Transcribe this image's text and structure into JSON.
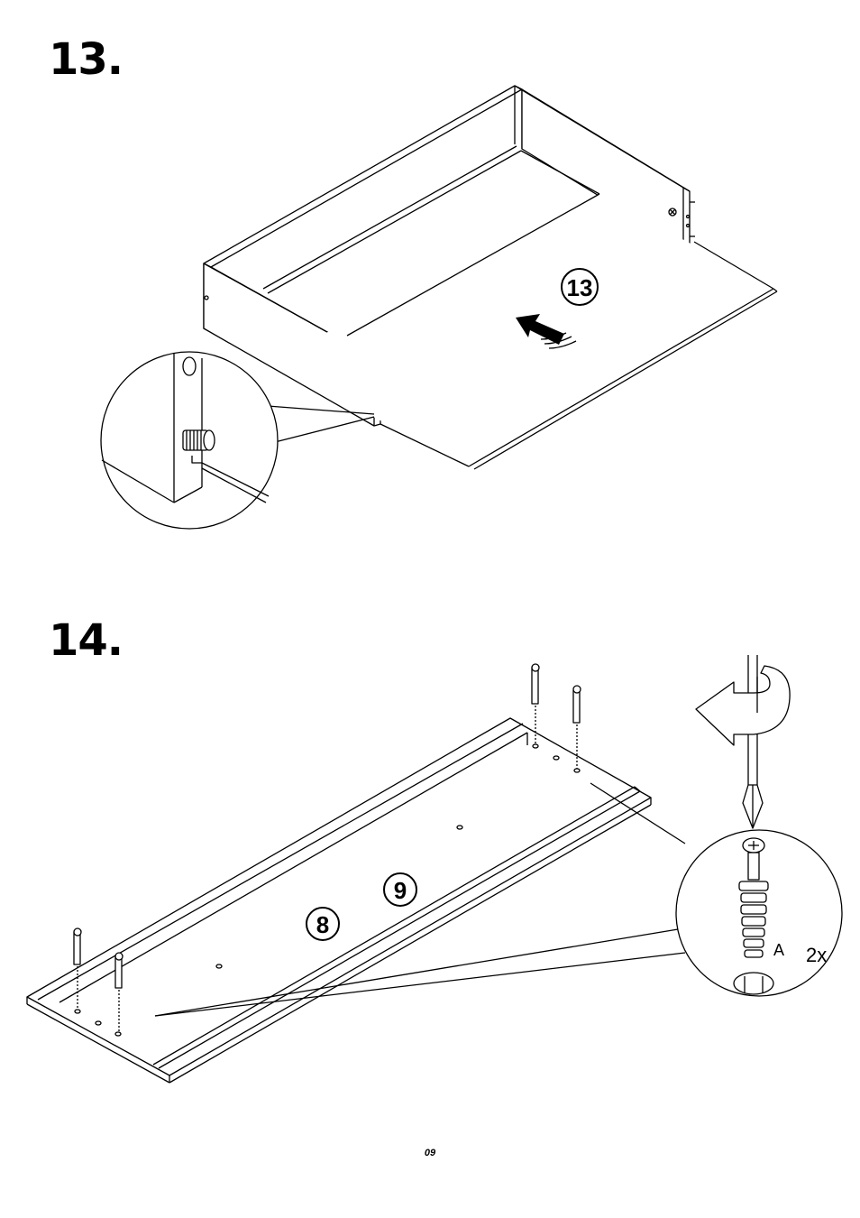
{
  "steps": [
    {
      "number": "13.",
      "parts": [
        "13"
      ]
    },
    {
      "number": "14.",
      "parts": [
        "8",
        "9"
      ],
      "hardware_label": "A",
      "quantity": "2x"
    }
  ],
  "page_number": "09"
}
